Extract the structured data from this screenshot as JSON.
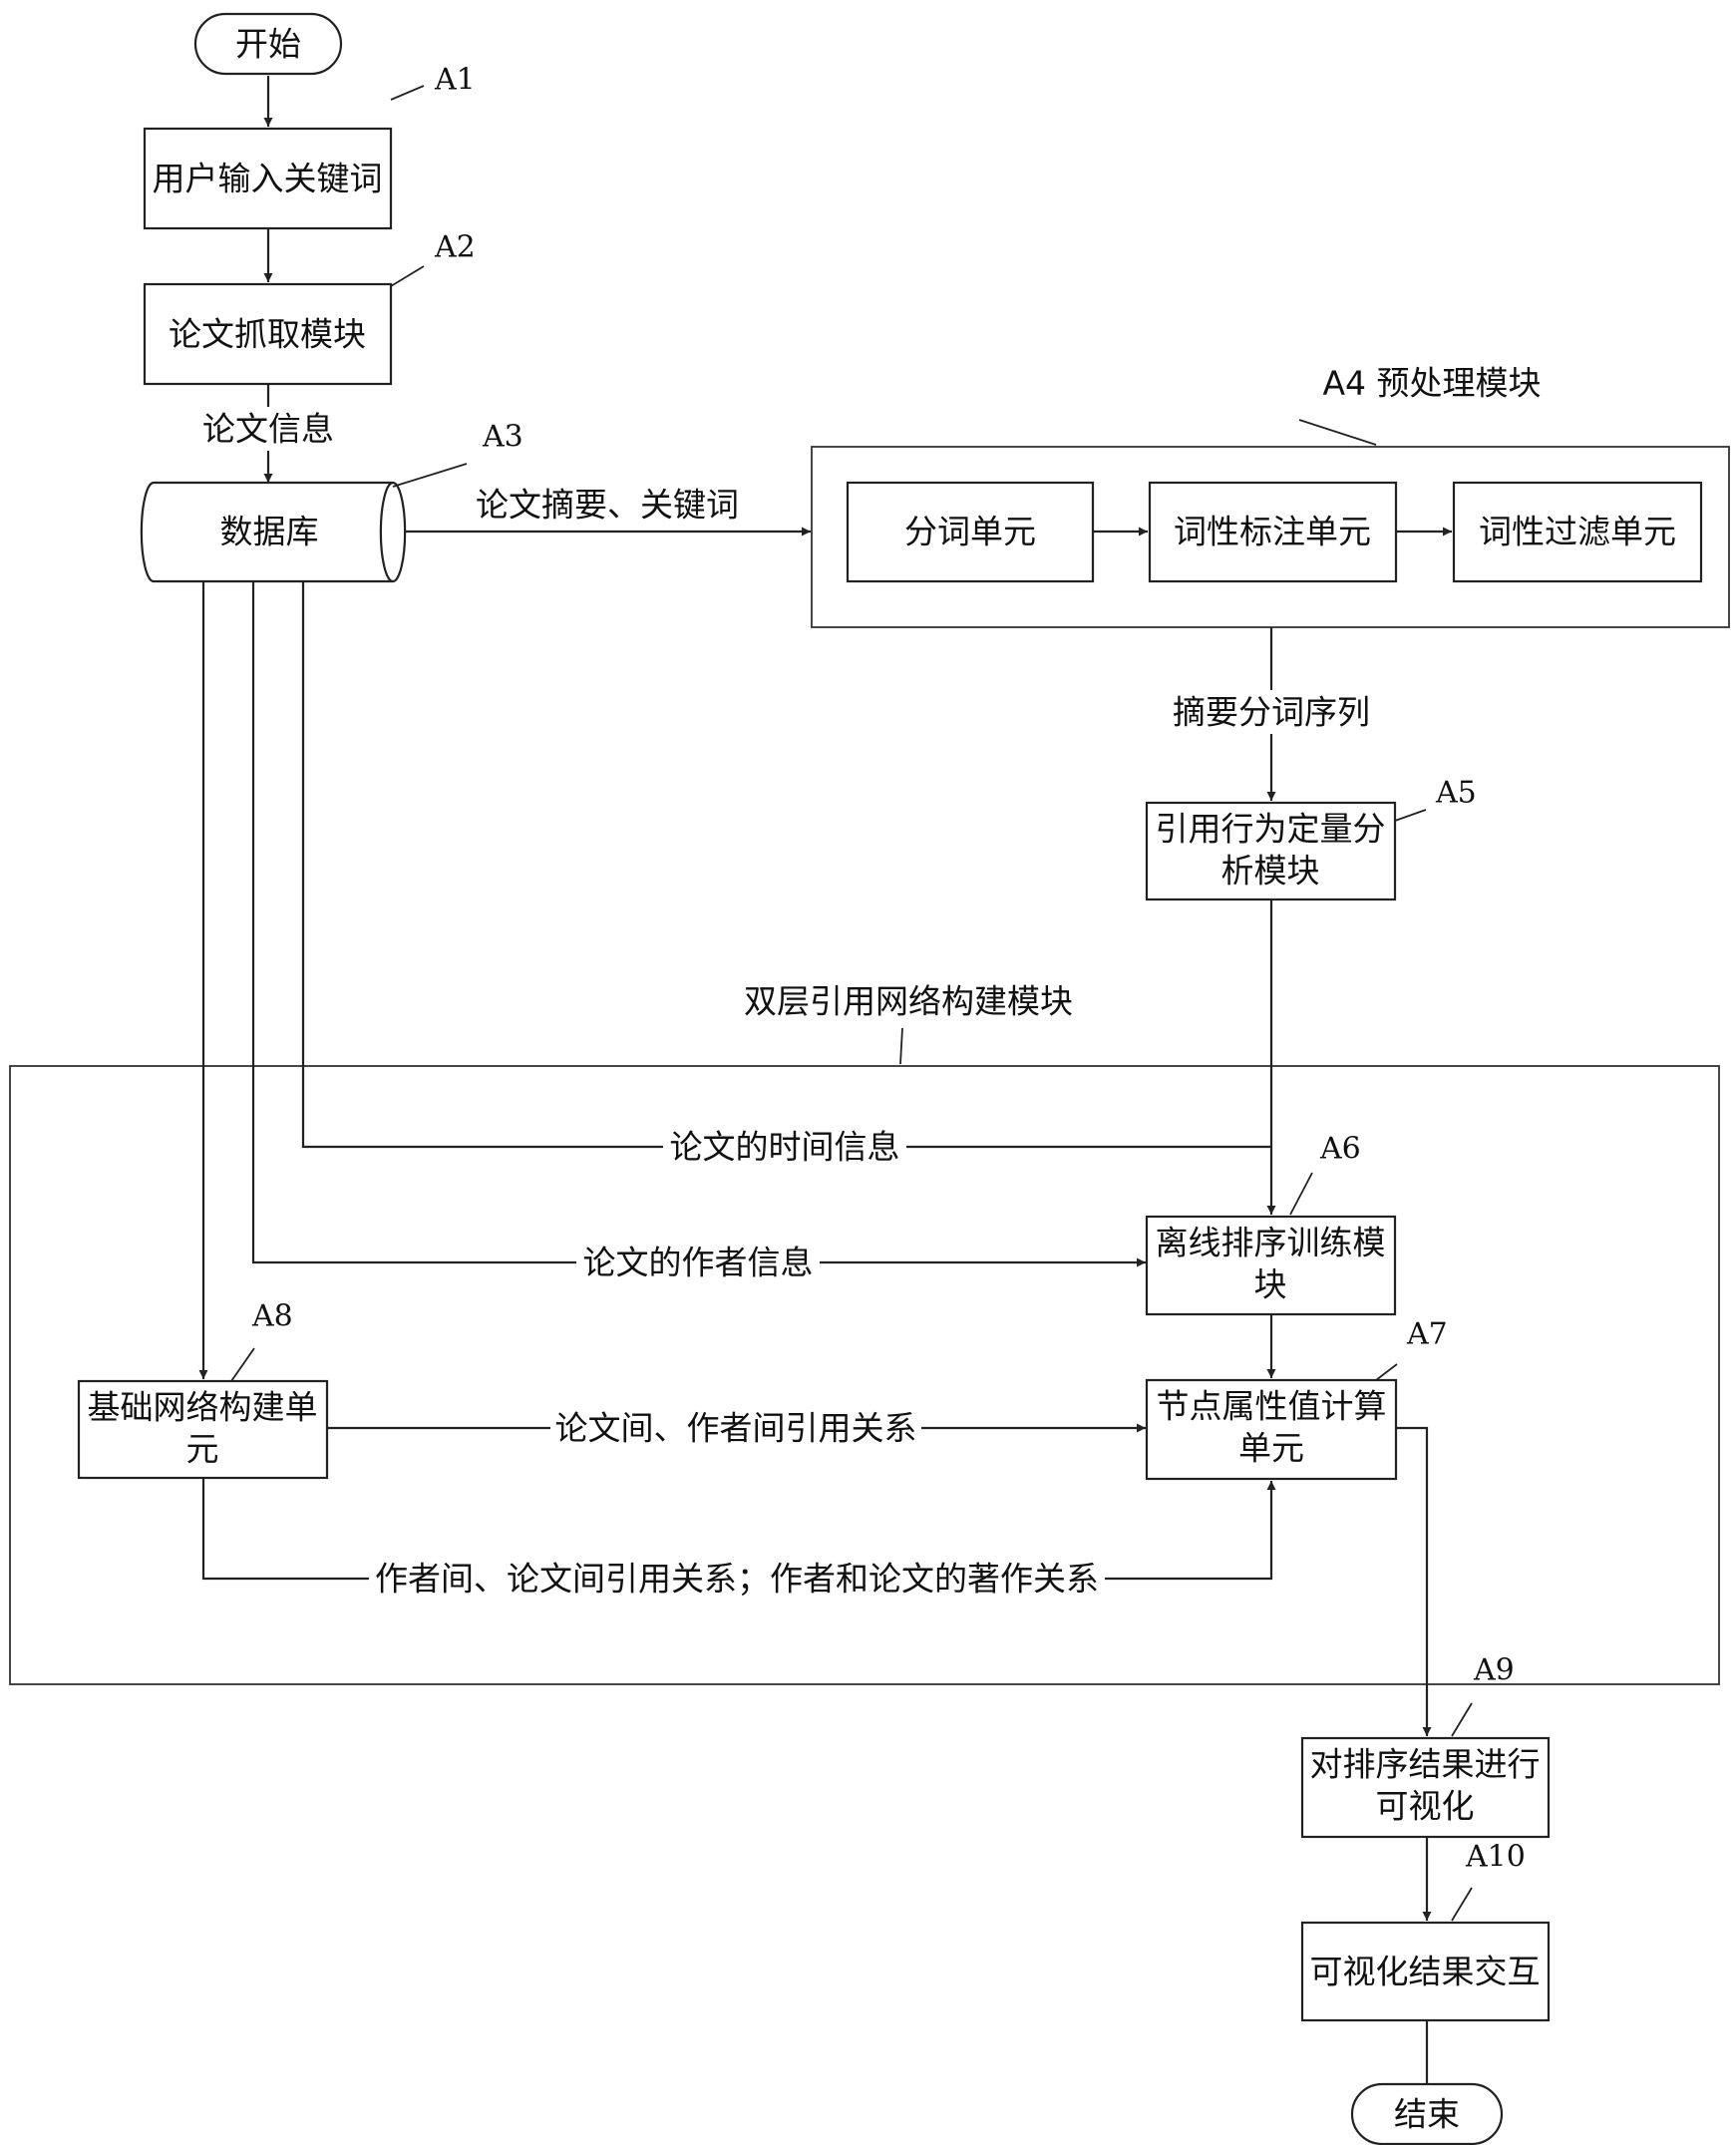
{
  "nodes": {
    "start": "开始",
    "input_keywords": "用户输入关键词",
    "crawl": "论文抓取模块",
    "database": "数据库",
    "segment": "分词单元",
    "pos_tag": "词性标注单元",
    "pos_filter": "词性过滤单元",
    "citation_analysis": [
      "引用行为定量分",
      "析模块"
    ],
    "offline_rank": [
      "离线排序训练模",
      "块"
    ],
    "node_attr": [
      "节点属性值计算",
      "单元"
    ],
    "base_network": [
      "基础网络构建单",
      "元"
    ],
    "visualize": [
      "对排序结果进行",
      "可视化"
    ],
    "interact": "可视化结果交互",
    "end": "结束"
  },
  "groups": {
    "preprocess": "A4 预处理模块",
    "two_layer": "双层引用网络构建模块"
  },
  "tags": {
    "a1": "A1",
    "a2": "A2",
    "a3": "A3",
    "a5": "A5",
    "a6": "A6",
    "a7": "A7",
    "a8": "A8",
    "a9": "A9",
    "a10": "A10"
  },
  "edges": {
    "paper_info": "论文信息",
    "abstract_keywords": "论文摘要、关键词",
    "abstract_seq": "摘要分词序列",
    "time_info": "论文的时间信息",
    "author_info": "论文的作者信息",
    "cite_relations": "论文间、作者间引用关系",
    "cite_authorship": "作者间、论文间引用关系；作者和论文的著作关系"
  }
}
